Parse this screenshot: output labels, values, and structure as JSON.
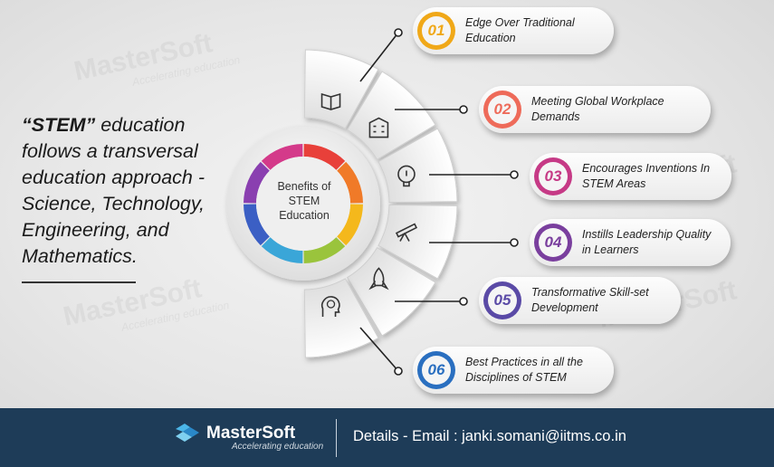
{
  "watermark": {
    "brand": "MasterSoft",
    "tagline": "Accelerating education"
  },
  "intro": {
    "highlight": "“STEM”",
    "rest": " education follows a transversal education approach - Science, Technology, Engineering, and Mathematics."
  },
  "center": {
    "label": "Benefits of STEM Education"
  },
  "items": [
    {
      "number": "01",
      "label": "Edge Over Traditional Education",
      "color": "#f0a818",
      "icon": "book-icon"
    },
    {
      "number": "02",
      "label": "Meeting Global Workplace Demands",
      "color": "#ee6b5a",
      "icon": "building-icon"
    },
    {
      "number": "03",
      "label": "Encourages Inventions In STEM Areas",
      "color": "#c63a86",
      "icon": "lightbulb-head-icon"
    },
    {
      "number": "04",
      "label": "Instills Leadership Quality in Learners",
      "color": "#7a3f9e",
      "icon": "telescope-icon"
    },
    {
      "number": "05",
      "label": "Transformative Skill-set Development",
      "color": "#5a4aa6",
      "icon": "rocket-icon"
    },
    {
      "number": "06",
      "label": "Best Practices in all the Disciplines of STEM",
      "color": "#2a6fc0",
      "icon": "brain-head-icon"
    }
  ],
  "footer": {
    "brand": "MasterSoft",
    "tagline": "Accelerating education",
    "contact": "Details - Email : janki.somani@iitms.co.in"
  },
  "colors": {
    "footer_bg": "#1e3c58",
    "wheel": [
      "#e8403a",
      "#f07a28",
      "#f4b81c",
      "#9ac43c",
      "#3aa6d8",
      "#3b5fc4",
      "#8a3fb0",
      "#d43a8a"
    ]
  }
}
